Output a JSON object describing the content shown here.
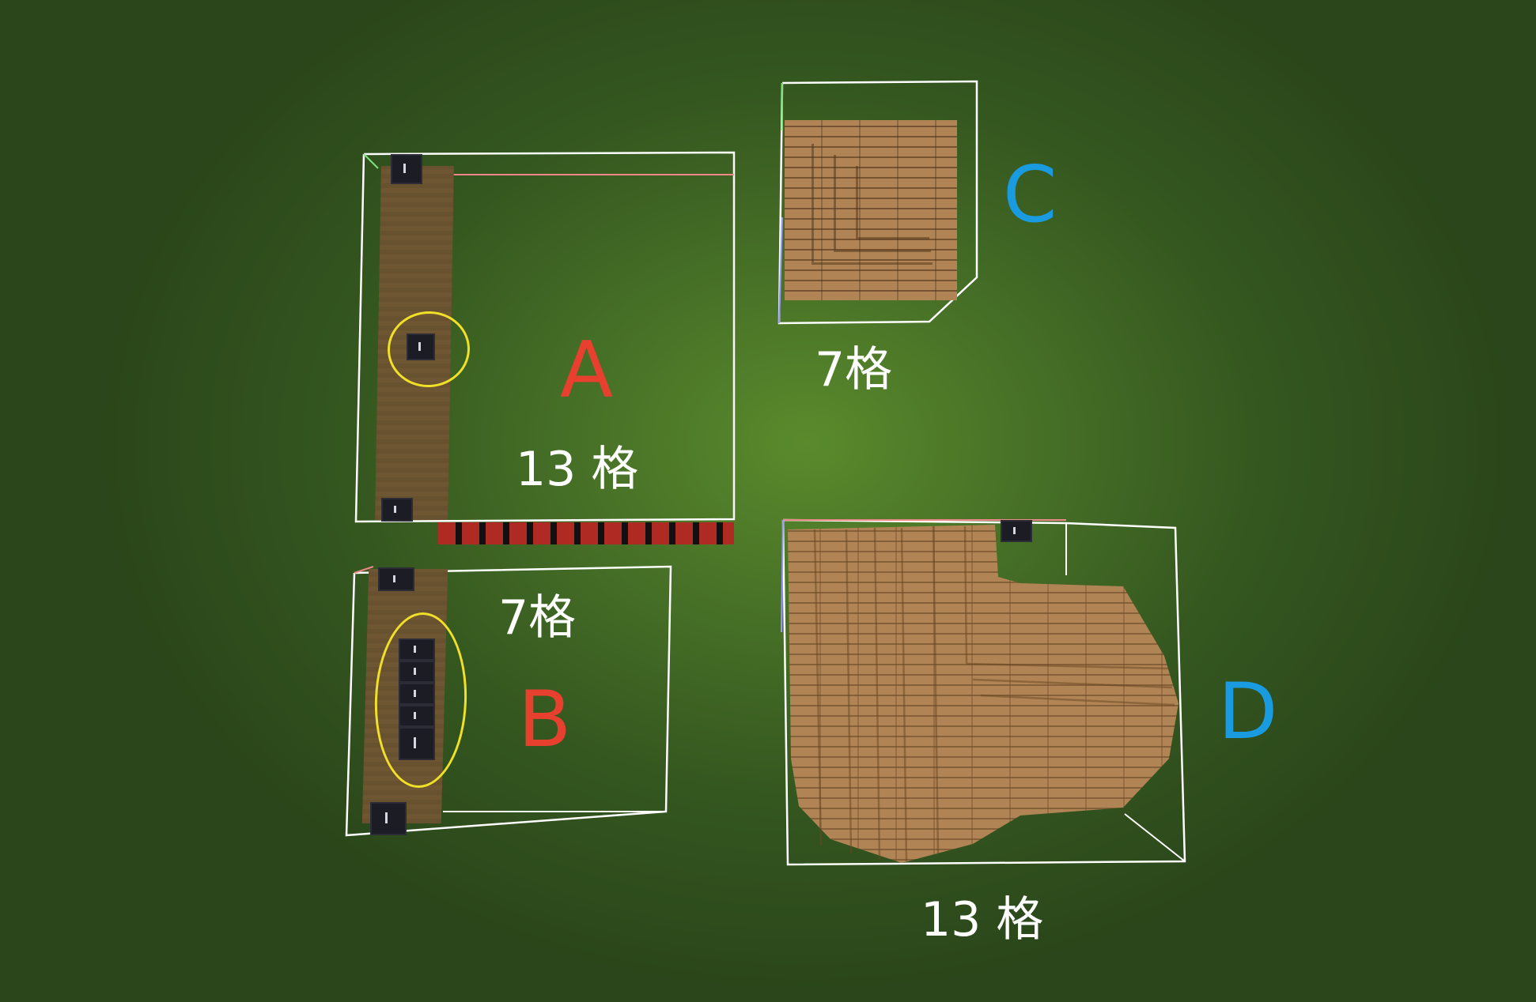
{
  "structures": [
    {
      "id": "A",
      "letter": "A",
      "letter_color": "#e8402f",
      "dimension_label": "13 格",
      "highlighted_blocks": 1
    },
    {
      "id": "B",
      "letter": "B",
      "letter_color": "#e8402f",
      "dimension_label": "7格",
      "highlighted_blocks": 5
    },
    {
      "id": "C",
      "letter": "C",
      "letter_color": "#1a9be0",
      "dimension_label": "7格"
    },
    {
      "id": "D",
      "letter": "D",
      "letter_color": "#1a9be0",
      "dimension_label": "13 格"
    }
  ],
  "colors": {
    "grass": "#456e26",
    "outline": "#ffffff",
    "highlight_circle": "#f0e028",
    "wood_planks": "#b08454",
    "dirt_path": "#6e5632",
    "command_block": "#1c1c24",
    "red_wool": "#b02a24"
  },
  "icons": [
    "structure-block-icon",
    "command-block-icon"
  ]
}
